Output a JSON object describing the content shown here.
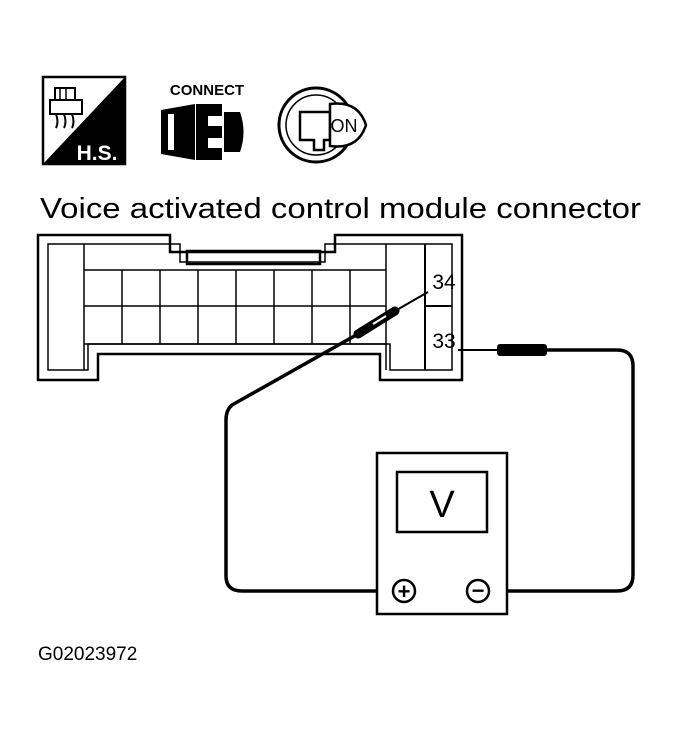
{
  "icons": {
    "harness_side": {
      "label": "H.S."
    },
    "connect": {
      "label": "CONNECT"
    },
    "ignition": {
      "label": "ON"
    }
  },
  "diagram": {
    "title": "Voice activated control module connector",
    "terminals": {
      "upper": "34",
      "lower": "33"
    },
    "meter": {
      "symbol": "V",
      "positive": "+",
      "negative": "−"
    },
    "figure_id": "G02023972"
  }
}
